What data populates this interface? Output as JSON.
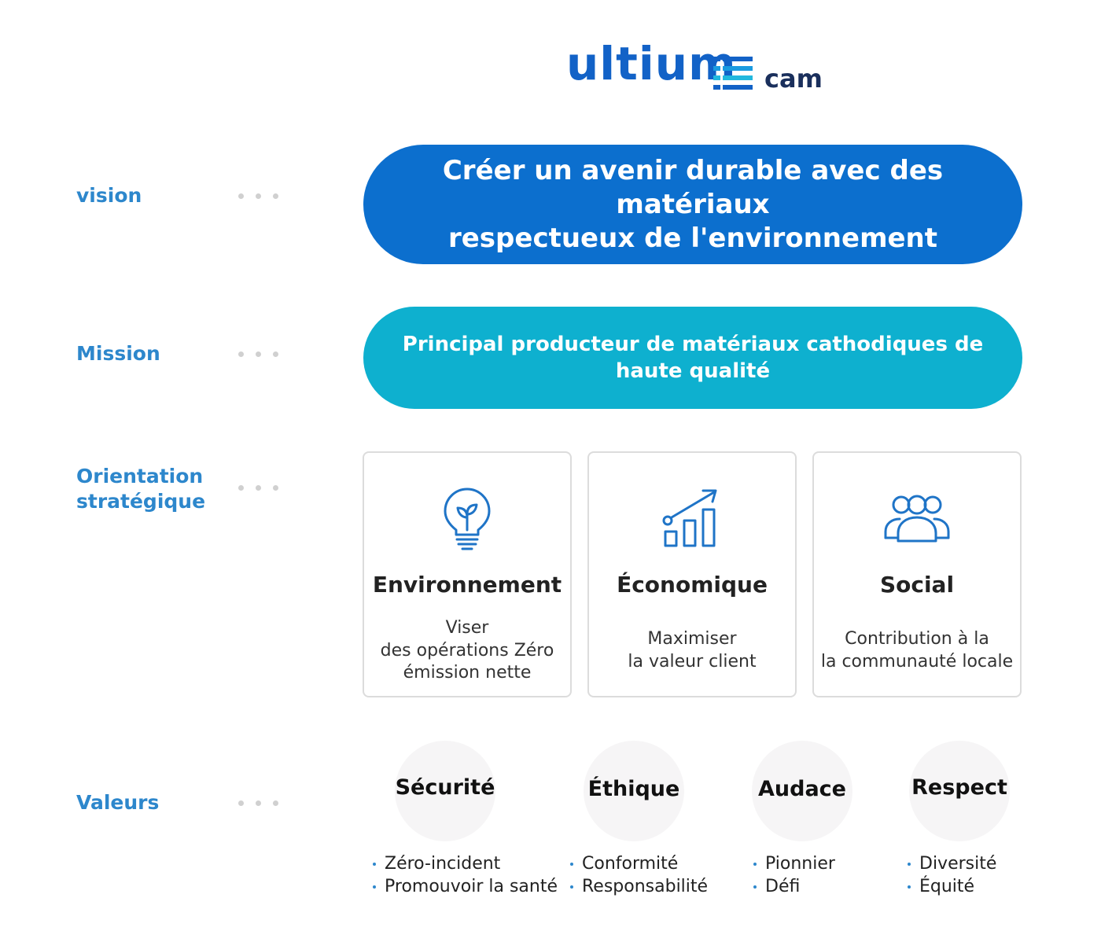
{
  "logo": {
    "word": "ultium",
    "sub": "cam",
    "brand_color": "#1262c7",
    "sub_color": "#1a2f5c"
  },
  "labels": {
    "vision": "vision",
    "mission": "Mission",
    "orientation_line1": "Orientation",
    "orientation_line2": "stratégique",
    "values": "Valeurs"
  },
  "vision": {
    "line1": "Créer un avenir durable avec des matériaux",
    "line2": "respectueux de l'environnement",
    "color": "#0c6fce"
  },
  "mission": {
    "line1": "Principal producteur de matériaux cathodiques de",
    "line2": "haute qualité",
    "color": "#0eb0cf"
  },
  "orientations": [
    {
      "icon": "lightbulb-leaf-icon",
      "title": "Environnement",
      "desc": "Viser\ndes opérations Zéro\némission nette"
    },
    {
      "icon": "growth-chart-icon",
      "title": "Économique",
      "desc": "Maximiser\nla valeur client"
    },
    {
      "icon": "people-group-icon",
      "title": "Social",
      "desc": "Contribution à la\nla communauté locale"
    }
  ],
  "values": [
    {
      "name": "Sécurité",
      "items": [
        "Zéro-incident",
        "Promouvoir la santé"
      ]
    },
    {
      "name": "Éthique",
      "items": [
        "Conformité",
        "Responsabilité"
      ]
    },
    {
      "name": "Audace",
      "items": [
        "Pionnier",
        "Défi"
      ]
    },
    {
      "name": "Respect",
      "items": [
        "Diversité",
        "Équité"
      ]
    }
  ],
  "accent_color": "#2d87cc"
}
